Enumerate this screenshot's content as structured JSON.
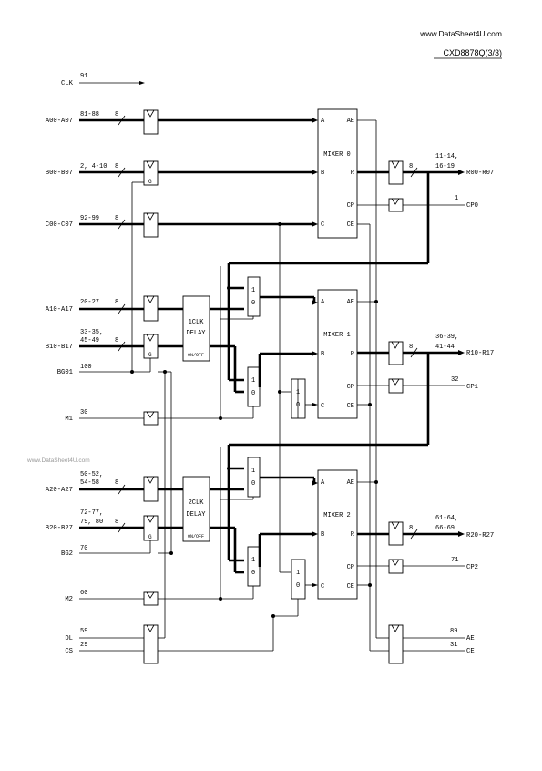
{
  "header": {
    "site": "www.DataSheet4U.com",
    "part": "CXD8878Q(3/3)",
    "watermark": "www.DataSheet4U.com"
  },
  "inputs": {
    "clk": {
      "name": "CLK",
      "pins": "91"
    },
    "a0": {
      "name": "A00-A07",
      "pins": "81-88",
      "width": "8"
    },
    "b0": {
      "name": "B00-B07",
      "pins": "2, 4-10",
      "width": "8"
    },
    "c0": {
      "name": "C00-C07",
      "pins": "92-99",
      "width": "8"
    },
    "a1": {
      "name": "A10-A17",
      "pins": "20-27",
      "width": "8"
    },
    "b1": {
      "name": "B10-B17",
      "pins1": "33-35,",
      "pins2": "45-49",
      "width": "8"
    },
    "bg01": {
      "name": "BG01",
      "pins": "100"
    },
    "m1": {
      "name": "M1",
      "pins": "30"
    },
    "a2": {
      "name": "A20-A27",
      "pins1": "50-52,",
      "pins2": "54-58",
      "width": "8"
    },
    "b2": {
      "name": "B20-B27",
      "pins1": "72-77,",
      "pins2": "79, 80",
      "width": "8"
    },
    "bg2": {
      "name": "BG2",
      "pins": "70"
    },
    "m2": {
      "name": "M2",
      "pins": "60"
    },
    "dl": {
      "name": "DL",
      "pins": "59"
    },
    "cs": {
      "name": "CS",
      "pins": "29"
    }
  },
  "outputs": {
    "r0": {
      "name": "R00-R07",
      "pins1": "11-14,",
      "pins2": "16-19",
      "width": "8"
    },
    "cp0": {
      "name": "CP0",
      "pins": "1"
    },
    "r1": {
      "name": "R10-R17",
      "pins1": "36-39,",
      "pins2": "41-44",
      "width": "8"
    },
    "cp1": {
      "name": "CP1",
      "pins": "32"
    },
    "r2": {
      "name": "R20-R27",
      "pins1": "61-64,",
      "pins2": "66-69",
      "width": "8"
    },
    "cp2": {
      "name": "CP2",
      "pins": "71"
    },
    "ae": {
      "name": "AE",
      "pins": "89"
    },
    "ce": {
      "name": "CE",
      "pins": "31"
    }
  },
  "mixers": [
    {
      "title": "MIXER 0",
      "a": "A",
      "b": "B",
      "c": "C",
      "ae": "AE",
      "r": "R",
      "cp": "CP",
      "ce": "CE"
    },
    {
      "title": "MIXER 1",
      "a": "A",
      "b": "B",
      "c": "C",
      "ae": "AE",
      "r": "R",
      "cp": "CP",
      "ce": "CE"
    },
    {
      "title": "MIXER 2",
      "a": "A",
      "b": "B",
      "c": "C",
      "ae": "AE",
      "r": "R",
      "cp": "CP",
      "ce": "CE"
    }
  ],
  "delays": [
    {
      "name": "1CLK",
      "word": "DELAY",
      "ctrl": "ON/OFF"
    },
    {
      "name": "2CLK",
      "word": "DELAY",
      "ctrl": "ON/OFF"
    }
  ],
  "mux": {
    "one": "1",
    "zero": "0"
  },
  "gate_label": "G"
}
